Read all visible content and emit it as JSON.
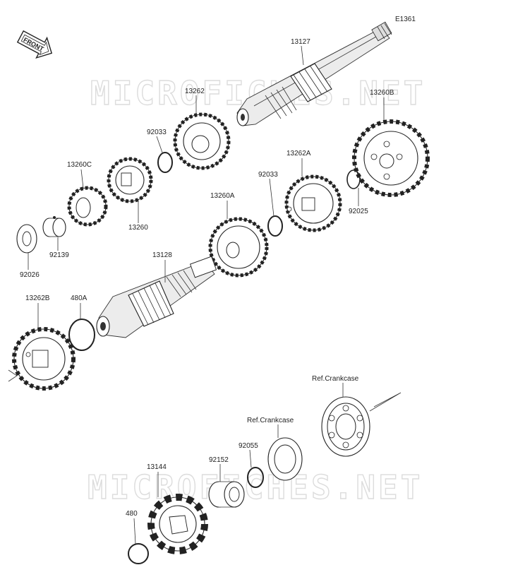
{
  "diagram_id": "E1361",
  "front_badge": "FRONT",
  "watermark": "MICROFICHES.NET",
  "parts": {
    "p13127": "13127",
    "p13262": "13262",
    "p92033a": "92033",
    "p13260c": "13260C",
    "p13260": "13260",
    "p92139": "92139",
    "p92026": "92026",
    "p13260b": "13260B",
    "p13262a": "13262A",
    "p92025": "92025",
    "p92033b": "92033",
    "p13260a": "13260A",
    "p13128": "13128",
    "p13262b": "13262B",
    "p480a": "480A",
    "ref_crankcase_1": "Ref.Crankcase",
    "ref_crankcase_2": "Ref.Crankcase",
    "p92055": "92055",
    "p92152": "92152",
    "p13144": "13144",
    "p480": "480"
  }
}
